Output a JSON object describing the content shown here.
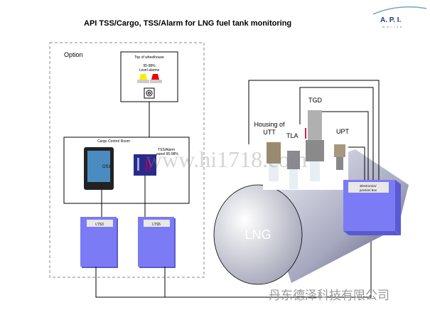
{
  "title": "API TSS/Cargo, TSS/Alarm for LNG fuel tank monitoring",
  "logo": {
    "name": "A. P. I.",
    "sub": "marine"
  },
  "option_label": "Option",
  "wheelhouse": {
    "title": "Top of wheelhouse",
    "line1": "95-98%",
    "line2": "Level alarms"
  },
  "cargo_room": {
    "title": "Cargo Control Room",
    "os_label": "OS1",
    "panel_line1": "TSS/Alarm",
    "panel_line2": "panel 95-98%"
  },
  "lts": [
    "LTS3",
    "LTS5"
  ],
  "tank_label": "LNG",
  "sensors": {
    "housing_line1": "Housing of",
    "housing_line2": "UTT",
    "tla": "TLA",
    "tgd": "TGD",
    "upt": "UPT"
  },
  "junction_box": {
    "line1": "Electronics/",
    "line2": "junction box"
  },
  "watermark": "www.hi1718.com",
  "company": "丹东德泽科技有限公司",
  "colors": {
    "box": "#7b7bf5",
    "box_shadow": "#5a5ad0",
    "label_bg": "#e8e8e8"
  }
}
